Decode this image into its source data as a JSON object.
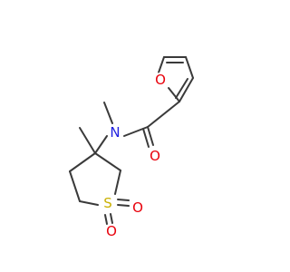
{
  "molecule": {
    "atoms": {
      "furan_o": {
        "symbol": "O",
        "color": "#e8000b"
      },
      "carbonyl_o": {
        "symbol": "O",
        "color": "#e8000b"
      },
      "amide_n": {
        "symbol": "N",
        "color": "#2020e0"
      },
      "sulfur": {
        "symbol": "S",
        "color": "#c9b000"
      },
      "sulfone_o_top": {
        "symbol": "O",
        "color": "#e8000b"
      },
      "sulfone_o_bottom": {
        "symbol": "O",
        "color": "#e8000b"
      }
    },
    "bond_color": "#3a3a3a"
  }
}
